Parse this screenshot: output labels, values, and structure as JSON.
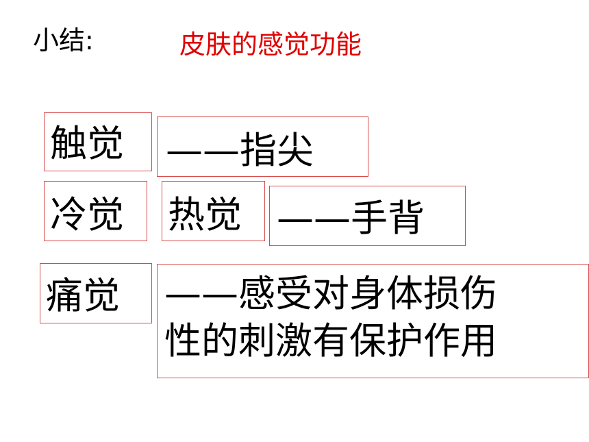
{
  "summary_label": "小结:",
  "title": "皮肤的感觉功能",
  "senses": {
    "touch": {
      "name": "触觉",
      "location": "——指尖"
    },
    "cold": {
      "name": "冷觉"
    },
    "heat": {
      "name": "热觉",
      "location": "——手背"
    },
    "pain": {
      "name": "痛觉",
      "description_line1": "——感受对身体损伤",
      "description_line2": "性的刺激有保护作用"
    }
  },
  "colors": {
    "title": "#e00000",
    "box_border": "#d84a4a",
    "text": "#000000",
    "background": "#ffffff"
  }
}
